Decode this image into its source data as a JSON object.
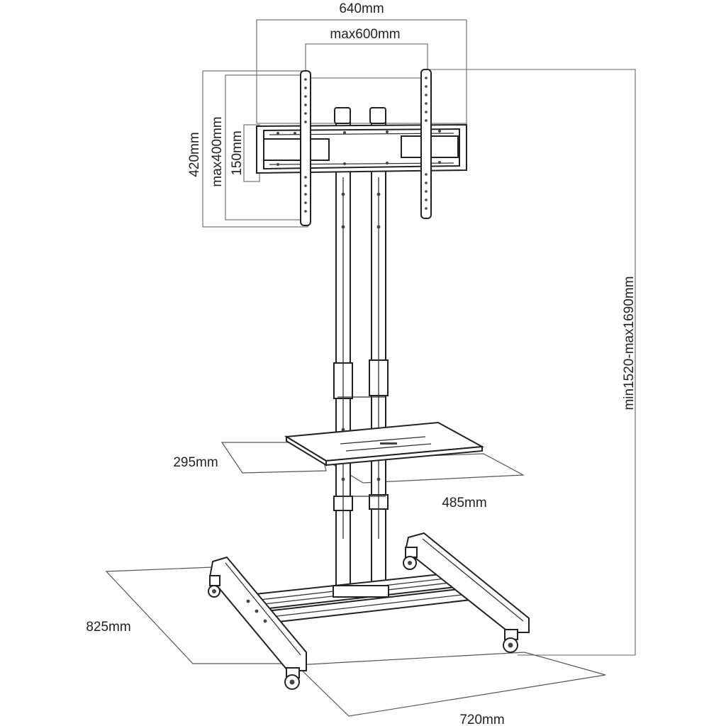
{
  "diagram": {
    "labels": {
      "vesa_width": "640mm",
      "vesa_width_max": "max600mm",
      "vesa_height": "420mm",
      "vesa_height_max": "max400mm",
      "bracket_height": "150mm",
      "total_height": "min1520-max1690mm",
      "shelf_depth": "295mm",
      "shelf_width": "485mm",
      "base_depth": "825mm",
      "base_width": "720mm"
    },
    "colors": {
      "line": "#222222",
      "guide": "#666666",
      "background": "#ffffff"
    }
  }
}
